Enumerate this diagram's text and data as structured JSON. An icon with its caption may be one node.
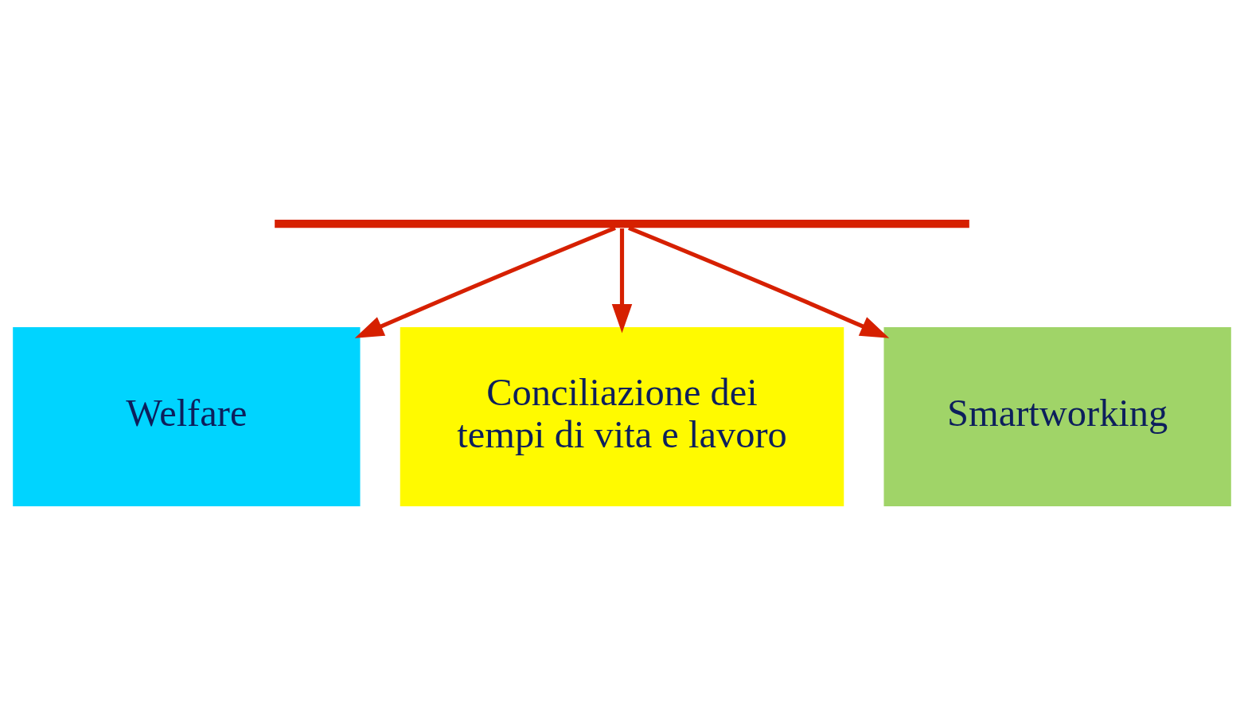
{
  "diagram": {
    "nodes": [
      {
        "text": [],
        "shape": "bar"
      },
      {
        "text": [
          "Welfare"
        ]
      },
      {
        "text": [
          "Conciliazione dei tempi di vita e lavoro"
        ]
      },
      {
        "text": [
          "Smartworking"
        ]
      }
    ],
    "edges": [
      {
        "from": 0,
        "to": 1,
        "arrow": "to"
      },
      {
        "from": 0,
        "to": 2,
        "arrow": "to"
      },
      {
        "from": 0,
        "to": 3,
        "arrow": "to"
      }
    ]
  }
}
